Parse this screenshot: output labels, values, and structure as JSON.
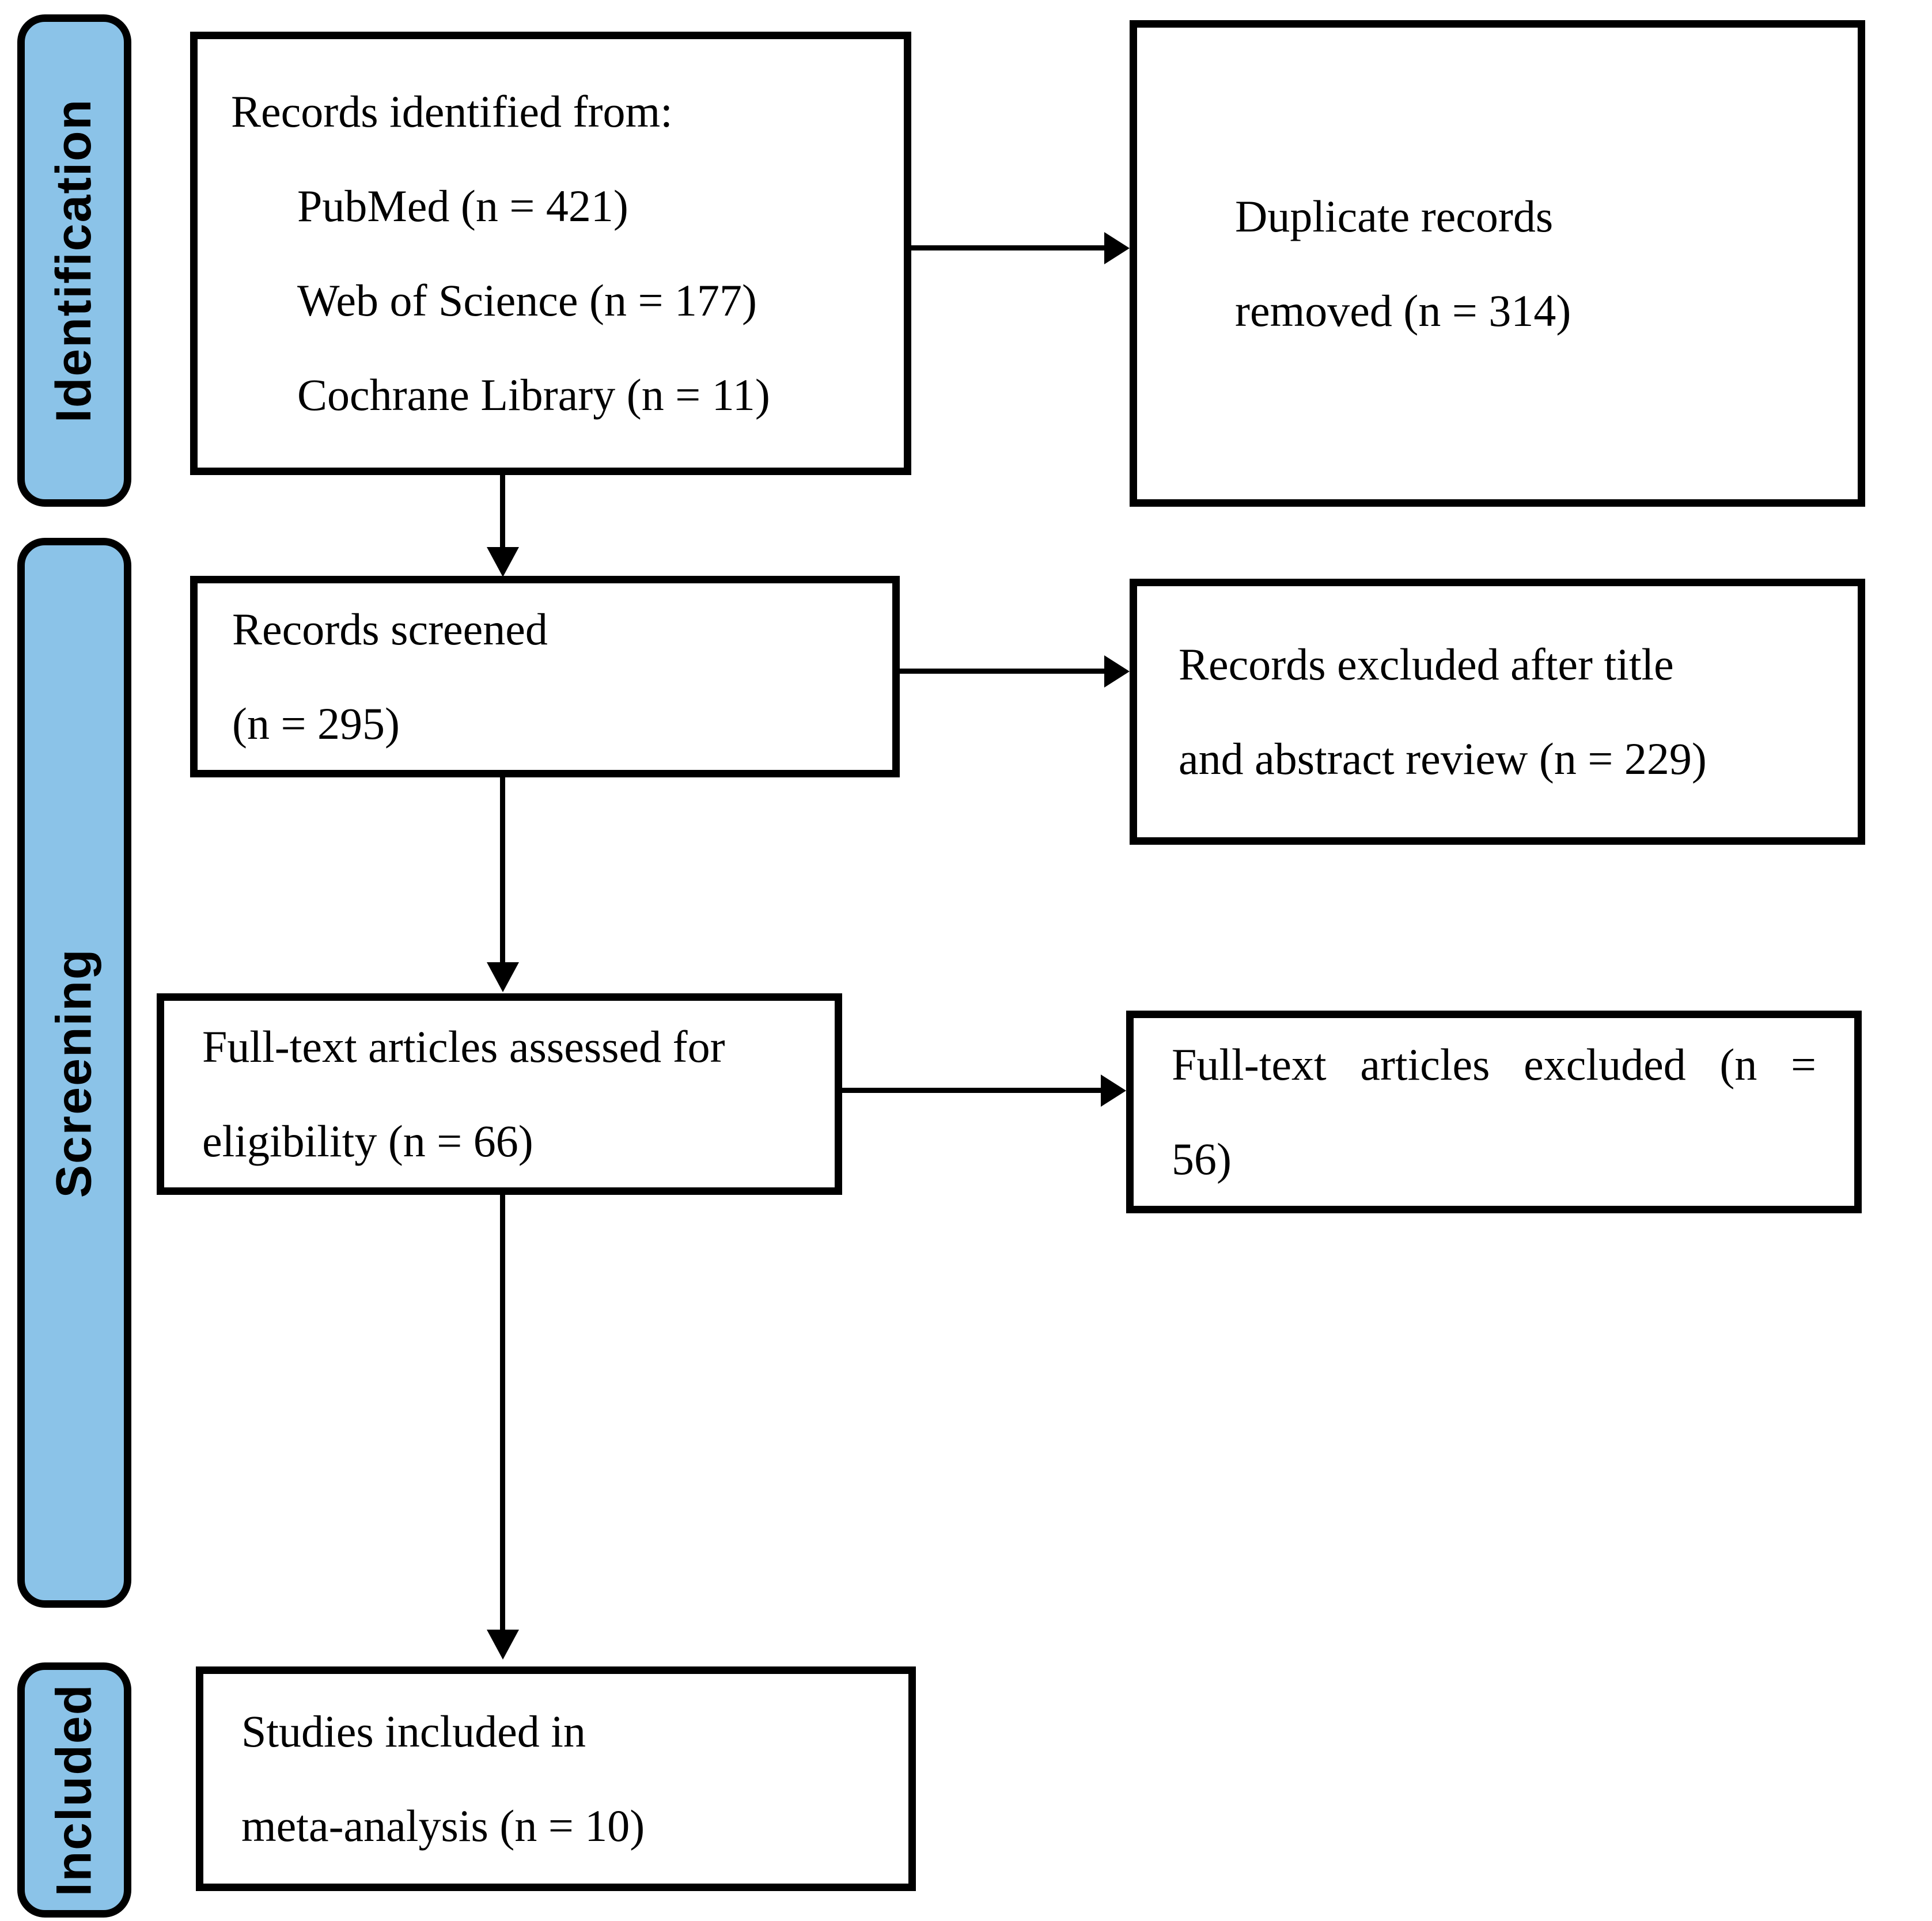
{
  "figure": {
    "background": "#ffffff",
    "stage_fill": "#8BC3E8",
    "line_color": "#000000",
    "stages": {
      "identification": "Identification",
      "screening": "Screening",
      "included": "Included"
    },
    "boxes": {
      "records_identified": {
        "lines": [
          "Records identified from:",
          "PubMed (n = 421)",
          "Web of Science (n = 177)",
          "Cochrane Library (n = 11)"
        ]
      },
      "duplicates_removed": {
        "lines": [
          "Duplicate records",
          "removed (n = 314)"
        ]
      },
      "records_screened": {
        "lines": [
          "Records screened",
          "(n = 295)"
        ]
      },
      "records_excluded": {
        "lines": [
          "Records excluded after title",
          "and abstract review (n = 229)"
        ]
      },
      "fulltext_assessed": {
        "lines": [
          "Full-text articles assessed for",
          "eligibility (n = 66)"
        ]
      },
      "fulltext_excluded": {
        "lines": [
          "Full-text articles excluded (n =",
          "56)"
        ]
      },
      "studies_included": {
        "lines": [
          "Studies included in",
          "meta-analysis (n = 10)"
        ]
      }
    }
  }
}
